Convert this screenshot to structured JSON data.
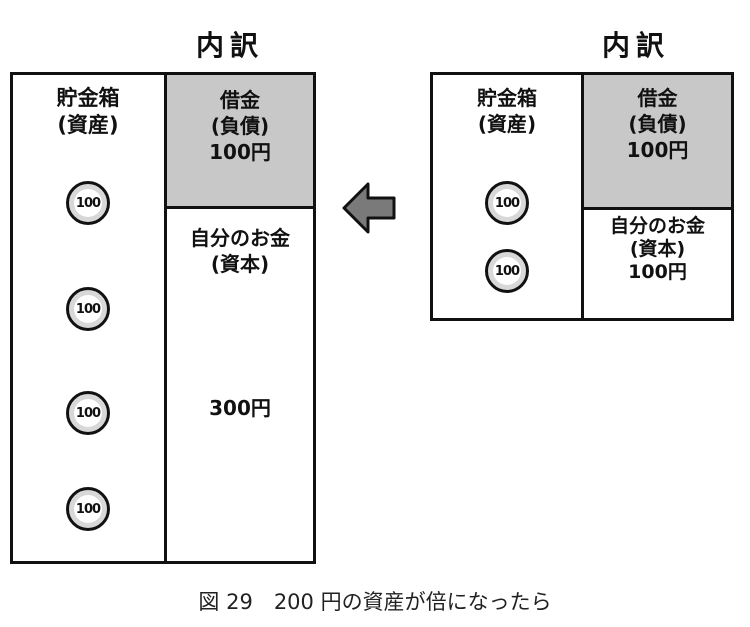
{
  "left_diagram": {
    "heading": "内訳",
    "asset_label_1": "貯金箱",
    "asset_label_2": "(資産)",
    "coins": [
      "100",
      "100",
      "100",
      "100"
    ],
    "debt_label_1": "借金",
    "debt_label_2": "(負債)",
    "debt_amount": "100円",
    "equity_label_1": "自分のお金",
    "equity_label_2": "(資本)",
    "equity_amount": "300円"
  },
  "right_diagram": {
    "heading": "内訳",
    "asset_label_1": "貯金箱",
    "asset_label_2": "(資産)",
    "coins": [
      "100",
      "100"
    ],
    "debt_label_1": "借金",
    "debt_label_2": "(負債)",
    "debt_amount": "100円",
    "equity_label_1": "自分のお金",
    "equity_label_2": "(資本)",
    "equity_amount": "100円"
  },
  "arrow": {
    "direction": "left",
    "color": "#7a7a7a"
  },
  "caption": "図 29　200 円の資産が倍になったら",
  "colors": {
    "debt_fill": "#c8c8c8",
    "line": "#111111"
  }
}
